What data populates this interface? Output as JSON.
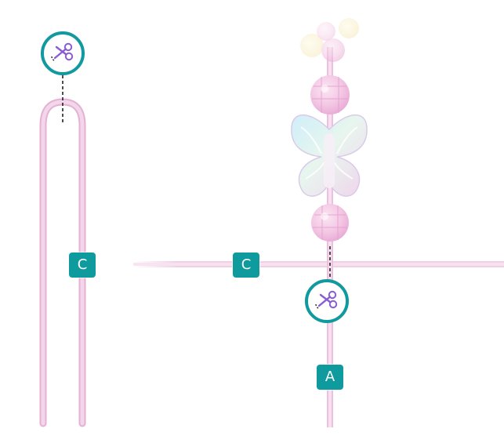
{
  "labels": {
    "cord_c_left": "C",
    "cord_c_right": "C",
    "cord_a": "A"
  },
  "colors": {
    "cord": "#f1cfe6",
    "cord_edge": "#e2a9d0",
    "badge_ring": "#10999e",
    "tag_fill": "#0f9a9e",
    "scissors": "#8a5bd6",
    "bead_pink": "#f3c6e3",
    "butterfly_blue": "#bfe6f2"
  },
  "icons": {
    "cut_top": "scissors-icon",
    "cut_bottom": "scissors-icon"
  }
}
